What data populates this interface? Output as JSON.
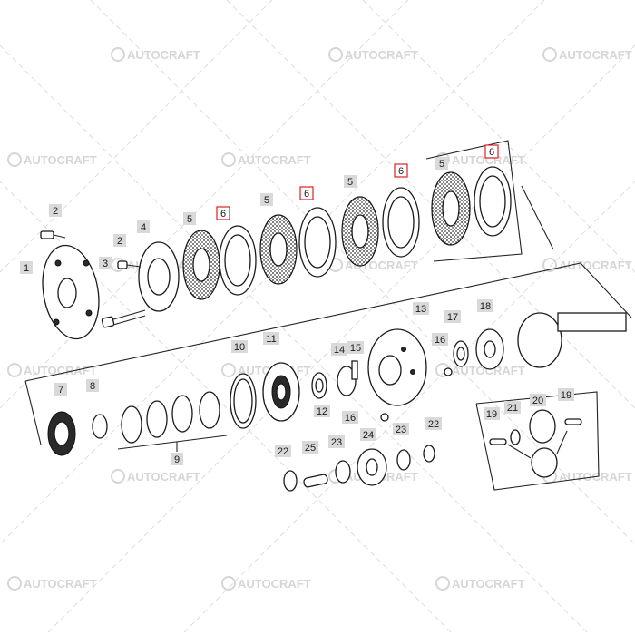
{
  "watermark": {
    "text": "AUTOCRAFT"
  },
  "colors": {
    "highlight": "#e02020",
    "callout_bg": "#d9d9d9",
    "line": "#222222"
  },
  "callouts": [
    {
      "id": "c-2a",
      "label": "2"
    },
    {
      "id": "c-1",
      "label": "1"
    },
    {
      "id": "c-4",
      "label": "4"
    },
    {
      "id": "c-2b",
      "label": "2"
    },
    {
      "id": "c-3",
      "label": "3"
    },
    {
      "id": "c-5a",
      "label": "5"
    },
    {
      "id": "c-6a",
      "label": "6",
      "highlight": true
    },
    {
      "id": "c-5b",
      "label": "5"
    },
    {
      "id": "c-6b",
      "label": "6",
      "highlight": true
    },
    {
      "id": "c-5c",
      "label": "5"
    },
    {
      "id": "c-6c",
      "label": "6",
      "highlight": true
    },
    {
      "id": "c-5d",
      "label": "5"
    },
    {
      "id": "c-6d",
      "label": "6",
      "highlight": true
    },
    {
      "id": "c-13",
      "label": "13"
    },
    {
      "id": "c-17",
      "label": "17"
    },
    {
      "id": "c-18",
      "label": "18"
    },
    {
      "id": "c-14",
      "label": "14"
    },
    {
      "id": "c-15",
      "label": "15"
    },
    {
      "id": "c-16a",
      "label": "16"
    },
    {
      "id": "c-10",
      "label": "10"
    },
    {
      "id": "c-11",
      "label": "11"
    },
    {
      "id": "c-7",
      "label": "7"
    },
    {
      "id": "c-8",
      "label": "8"
    },
    {
      "id": "c-12",
      "label": "12"
    },
    {
      "id": "c-16b",
      "label": "16"
    },
    {
      "id": "c-9",
      "label": "9"
    },
    {
      "id": "c-22a",
      "label": "22"
    },
    {
      "id": "c-25",
      "label": "25"
    },
    {
      "id": "c-23a",
      "label": "23"
    },
    {
      "id": "c-24",
      "label": "24"
    },
    {
      "id": "c-23b",
      "label": "23"
    },
    {
      "id": "c-22b",
      "label": "22"
    },
    {
      "id": "c-19a",
      "label": "19"
    },
    {
      "id": "c-21",
      "label": "21"
    },
    {
      "id": "c-20",
      "label": "20"
    },
    {
      "id": "c-19b",
      "label": "19"
    }
  ]
}
